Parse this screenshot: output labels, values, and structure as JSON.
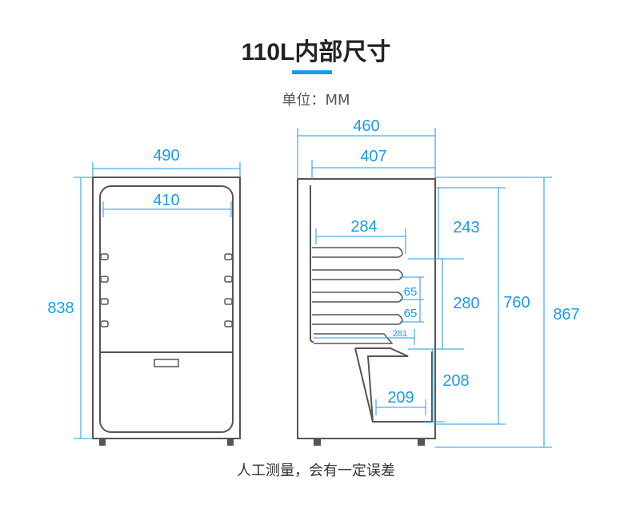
{
  "header": {
    "title": "110L内部尺寸",
    "unit_label": "单位：MM"
  },
  "colors": {
    "accent": "#1a9be8",
    "outline": "#555555"
  },
  "front_view": {
    "width_outer": "490",
    "width_inner": "410",
    "height_outer": "838"
  },
  "side_view": {
    "depth_outer": "460",
    "depth_inner": "407",
    "shelf_depth_top": "284",
    "upper_section_height": "243",
    "shelf_gap_1": "65",
    "shelf_gap_2": "65",
    "middle_section_height": "280",
    "shelf_depth_bottom": "281",
    "lower_section_height": "208",
    "drawer_depth": "209",
    "inner_height": "760",
    "outer_height": "867"
  },
  "footer": {
    "note": "人工测量，会有一定误差"
  }
}
